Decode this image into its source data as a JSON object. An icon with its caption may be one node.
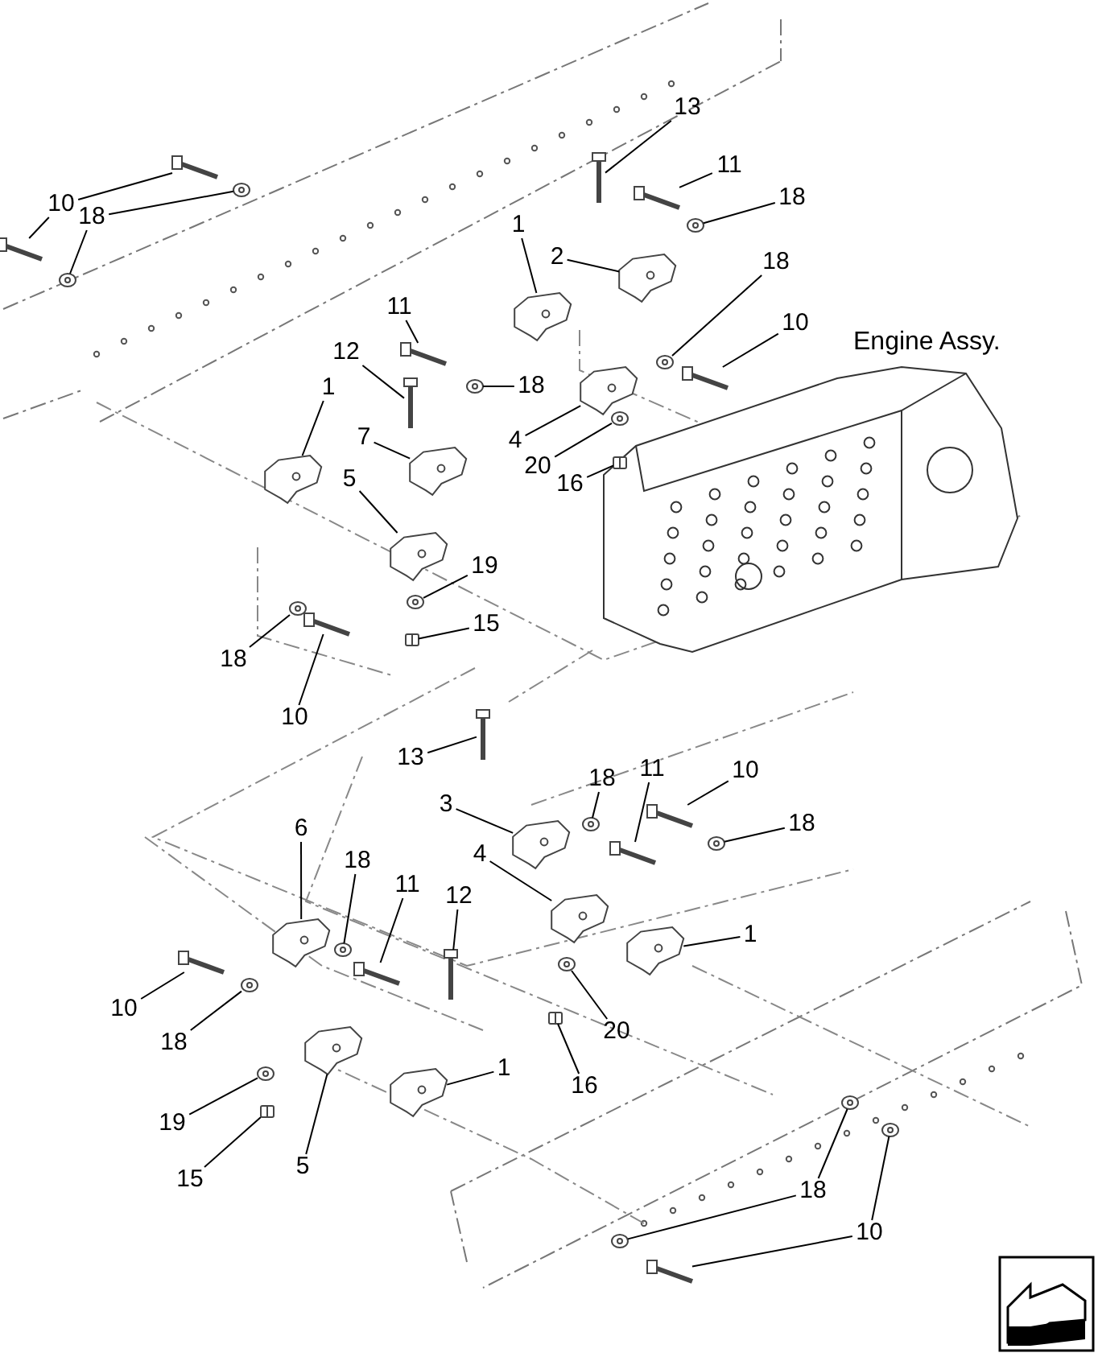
{
  "diagram": {
    "nodes": [
      {
        "text": [
          "13"
        ]
      },
      {
        "text": [
          "11"
        ]
      },
      {
        "text": [
          "18"
        ]
      },
      {
        "text": [
          "10"
        ]
      },
      {
        "text": [
          "18"
        ]
      },
      {
        "text": [
          "1"
        ]
      },
      {
        "text": [
          "2"
        ]
      },
      {
        "text": [
          "18"
        ]
      },
      {
        "text": [
          "11"
        ]
      },
      {
        "text": [
          "10"
        ]
      },
      {
        "text": [
          "12"
        ]
      },
      {
        "text": [
          "18"
        ]
      },
      {
        "text": [
          "1"
        ]
      },
      {
        "text": [
          "4"
        ]
      },
      {
        "text": [
          "7"
        ]
      },
      {
        "text": [
          "20"
        ]
      },
      {
        "text": [
          "5"
        ]
      },
      {
        "text": [
          "16"
        ]
      },
      {
        "text": [
          "19"
        ]
      },
      {
        "text": [
          "15"
        ]
      },
      {
        "text": [
          "18"
        ]
      },
      {
        "text": [
          "10"
        ]
      },
      {
        "text": [
          "13"
        ]
      },
      {
        "text": [
          "10"
        ]
      },
      {
        "text": [
          "11"
        ]
      },
      {
        "text": [
          "18"
        ]
      },
      {
        "text": [
          "3"
        ]
      },
      {
        "text": [
          "18"
        ]
      },
      {
        "text": [
          "6"
        ]
      },
      {
        "text": [
          "4"
        ]
      },
      {
        "text": [
          "18"
        ]
      },
      {
        "text": [
          "11"
        ]
      },
      {
        "text": [
          "12"
        ]
      },
      {
        "text": [
          "1"
        ]
      },
      {
        "text": [
          "10"
        ]
      },
      {
        "text": [
          "20"
        ]
      },
      {
        "text": [
          "18"
        ]
      },
      {
        "text": [
          "1"
        ]
      },
      {
        "text": [
          "16"
        ]
      },
      {
        "text": [
          "19"
        ]
      },
      {
        "text": [
          "5"
        ]
      },
      {
        "text": [
          "15"
        ]
      },
      {
        "text": [
          "18"
        ]
      },
      {
        "text": [
          "10"
        ]
      },
      {
        "text": [],
        "shape": "picture"
      },
      {
        "text": [],
        "shape": "picture"
      },
      {
        "text": [],
        "shape": "picture"
      },
      {
        "text": [],
        "shape": "picture"
      },
      {
        "text": [],
        "shape": "picture"
      },
      {
        "text": [],
        "shape": "picture"
      },
      {
        "text": [],
        "shape": "picture"
      },
      {
        "text": [],
        "shape": "picture"
      },
      {
        "text": [],
        "shape": "picture"
      },
      {
        "text": [],
        "shape": "picture"
      },
      {
        "text": [],
        "shape": "picture"
      },
      {
        "text": [],
        "shape": "picture"
      },
      {
        "text": [],
        "shape": "picture"
      },
      {
        "text": [],
        "shape": "picture"
      },
      {
        "text": [],
        "shape": "picture"
      },
      {
        "text": [],
        "shape": "picture"
      },
      {
        "text": [],
        "shape": "picture"
      },
      {
        "text": [],
        "shape": "picture"
      },
      {
        "text": [],
        "shape": "picture"
      },
      {
        "text": [],
        "shape": "picture"
      },
      {
        "text": [],
        "shape": "picture"
      },
      {
        "text": [],
        "shape": "picture"
      },
      {
        "text": [],
        "shape": "picture"
      },
      {
        "text": [],
        "shape": "picture"
      },
      {
        "text": [],
        "shape": "picture"
      },
      {
        "text": [],
        "shape": "picture"
      },
      {
        "text": [],
        "shape": "picture"
      },
      {
        "text": [],
        "shape": "picture"
      },
      {
        "text": [],
        "shape": "picture"
      },
      {
        "text": [],
        "shape": "picture"
      },
      {
        "text": [],
        "shape": "picture"
      },
      {
        "text": [],
        "shape": "picture"
      },
      {
        "text": [],
        "shape": "picture"
      },
      {
        "text": [],
        "shape": "picture"
      },
      {
        "text": [],
        "shape": "picture"
      },
      {
        "text": [],
        "shape": "picture"
      },
      {
        "text": [],
        "shape": "picture"
      },
      {
        "text": [],
        "shape": "picture"
      },
      {
        "text": [],
        "shape": "picture"
      },
      {
        "text": [],
        "shape": "picture"
      },
      {
        "text": [],
        "shape": "picture"
      },
      {
        "text": [],
        "shape": "picture"
      },
      {
        "text": [],
        "shape": "picture"
      },
      {
        "text": [],
        "shape": "picture"
      },
      {
        "text": [],
        "shape": "picture"
      },
      {
        "text": [],
        "shape": "picture"
      },
      {
        "text": [],
        "shape": "picture"
      },
      {
        "text": [],
        "shape": "picture"
      }
    ],
    "edges": [
      {
        "from": 0,
        "to": 44,
        "arrow": "none"
      },
      {
        "from": 1,
        "to": 45,
        "arrow": "none"
      },
      {
        "from": 2,
        "to": 46,
        "arrow": "none"
      },
      {
        "from": 3,
        "to": 47,
        "arrow": "none"
      },
      {
        "from": 3,
        "to": 48,
        "arrow": "none"
      },
      {
        "from": 4,
        "to": 49,
        "arrow": "none"
      },
      {
        "from": 4,
        "to": 50,
        "arrow": "none"
      },
      {
        "from": 5,
        "to": 51,
        "arrow": "none"
      },
      {
        "from": 6,
        "to": 52,
        "arrow": "none"
      },
      {
        "from": 7,
        "to": 53,
        "arrow": "none"
      },
      {
        "from": 8,
        "to": 54,
        "arrow": "none"
      },
      {
        "from": 9,
        "to": 55,
        "arrow": "none"
      },
      {
        "from": 10,
        "to": 56,
        "arrow": "none"
      },
      {
        "from": 11,
        "to": 57,
        "arrow": "none"
      },
      {
        "from": 12,
        "to": 58,
        "arrow": "none"
      },
      {
        "from": 13,
        "to": 59,
        "arrow": "none"
      },
      {
        "from": 14,
        "to": 60,
        "arrow": "none"
      },
      {
        "from": 15,
        "to": 61,
        "arrow": "none"
      },
      {
        "from": 16,
        "to": 62,
        "arrow": "none"
      },
      {
        "from": 17,
        "to": 63,
        "arrow": "none"
      },
      {
        "from": 18,
        "to": 64,
        "arrow": "none"
      },
      {
        "from": 19,
        "to": 65,
        "arrow": "none"
      },
      {
        "from": 20,
        "to": 66,
        "arrow": "none"
      },
      {
        "from": 21,
        "to": 67,
        "arrow": "none"
      },
      {
        "from": 22,
        "to": 68,
        "arrow": "none"
      },
      {
        "from": 23,
        "to": 69,
        "arrow": "none"
      },
      {
        "from": 24,
        "to": 70,
        "arrow": "none"
      },
      {
        "from": 25,
        "to": 71,
        "arrow": "none"
      },
      {
        "from": 26,
        "to": 72,
        "arrow": "none"
      },
      {
        "from": 27,
        "to": 73,
        "arrow": "none"
      },
      {
        "from": 28,
        "to": 74,
        "arrow": "none"
      },
      {
        "from": 29,
        "to": 75,
        "arrow": "none"
      },
      {
        "from": 30,
        "to": 76,
        "arrow": "none"
      },
      {
        "from": 31,
        "to": 77,
        "arrow": "none"
      },
      {
        "from": 32,
        "to": 78,
        "arrow": "none"
      },
      {
        "from": 33,
        "to": 79,
        "arrow": "none"
      },
      {
        "from": 34,
        "to": 80,
        "arrow": "none"
      },
      {
        "from": 35,
        "to": 81,
        "arrow": "none"
      },
      {
        "from": 36,
        "to": 82,
        "arrow": "none"
      },
      {
        "from": 37,
        "to": 83,
        "arrow": "none"
      },
      {
        "from": 38,
        "to": 84,
        "arrow": "none"
      },
      {
        "from": 39,
        "to": 85,
        "arrow": "none"
      },
      {
        "from": 40,
        "to": 86,
        "arrow": "none"
      },
      {
        "from": 41,
        "to": 87,
        "arrow": "none"
      },
      {
        "from": 42,
        "to": 88,
        "arrow": "none"
      },
      {
        "from": 42,
        "to": 89,
        "arrow": "none"
      },
      {
        "from": 43,
        "to": 90,
        "arrow": "none"
      },
      {
        "from": 43,
        "to": 91,
        "arrow": "none"
      }
    ],
    "labels": [
      "Engine Assy."
    ]
  }
}
